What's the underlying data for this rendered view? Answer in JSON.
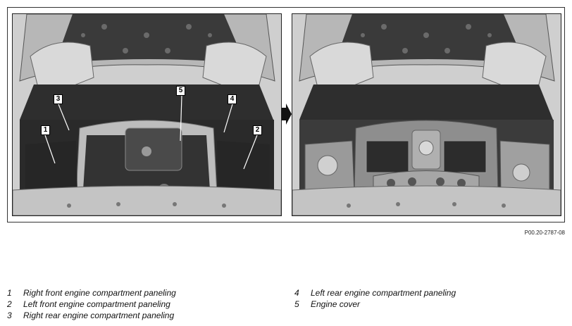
{
  "figure": {
    "reference_code": "P00.20-2787-08",
    "callouts": [
      "1",
      "2",
      "3",
      "4",
      "5"
    ]
  },
  "legend": {
    "left": [
      {
        "num": "1",
        "text": "Right front engine compartment paneling"
      },
      {
        "num": "2",
        "text": "Left front engine compartment paneling"
      },
      {
        "num": "3",
        "text": "Right rear engine compartment paneling"
      }
    ],
    "right": [
      {
        "num": "4",
        "text": "Left rear engine compartment paneling"
      },
      {
        "num": "5",
        "text": "Engine cover"
      }
    ]
  }
}
